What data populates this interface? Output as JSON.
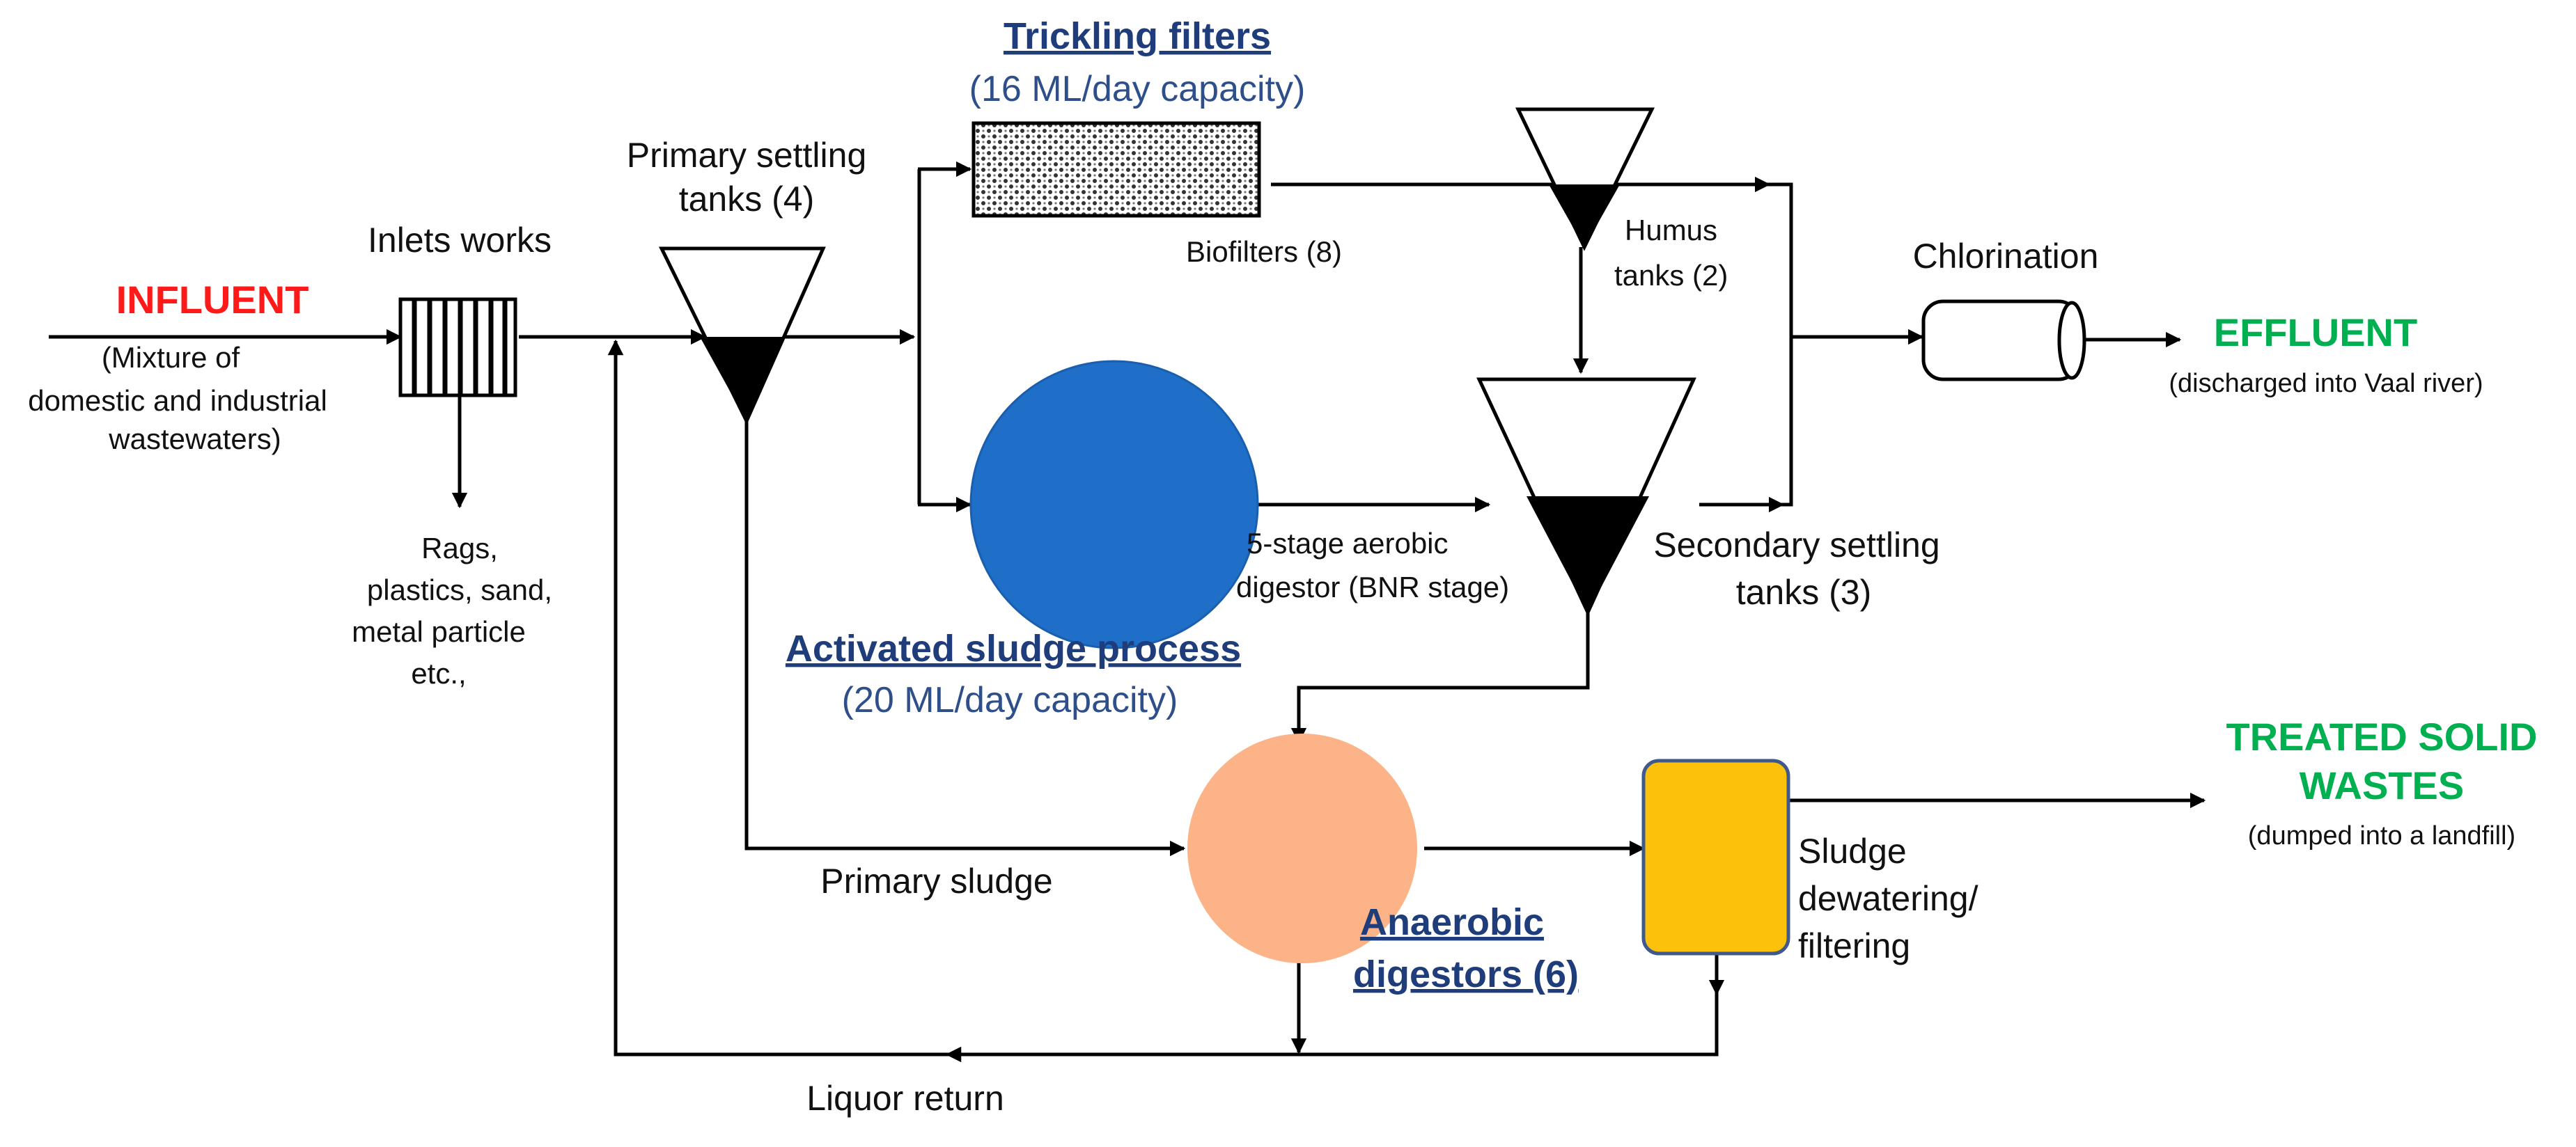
{
  "influent": {
    "title": "INFLUENT",
    "desc_1": "(Mixture of",
    "desc_2": "domestic and industrial",
    "desc_3": "wastewaters)"
  },
  "inlet": {
    "label": "Inlets works"
  },
  "screenings": {
    "line_1": "Rags,",
    "line_2": "plastics, sand,",
    "line_3": "metal particle",
    "line_4": "etc.,"
  },
  "primary_settling": {
    "line_1": "Primary settling",
    "line_2": "tanks (4)"
  },
  "trickling": {
    "title": "Trickling filters",
    "capacity": "(16 ML/day capacity)",
    "biofilters": "Biofilters (8)"
  },
  "humus": {
    "line_1": "Humus",
    "line_2": "tanks (2)"
  },
  "activated": {
    "title": "Activated sludge process",
    "capacity": "(20 ML/day capacity)",
    "digestor_1": "5-stage aerobic",
    "digestor_2": "digestor (BNR stage)"
  },
  "secondary_settling": {
    "line_1": "Secondary settling",
    "line_2": "tanks (3)"
  },
  "chlorination": {
    "label": "Chlorination"
  },
  "effluent": {
    "title": "EFFLUENT",
    "desc": "(discharged into Vaal river)"
  },
  "primary_sludge": {
    "label": "Primary sludge"
  },
  "anaerobic": {
    "line_1": "Anaerobic",
    "line_2": "digestors (6)"
  },
  "dewatering": {
    "line_1": "Sludge",
    "line_2": "dewatering/",
    "line_3": "filtering"
  },
  "solids": {
    "line_1": "TREATED SOLID",
    "line_2": "WASTES",
    "desc": "(dumped into  a landfill)"
  },
  "liquor": {
    "label": "Liquor return"
  },
  "colors": {
    "influent": "#ff1a1a",
    "effluent": "#00b050",
    "title_blue": "#1f3d7a",
    "sub_blue": "#2e4f8a",
    "activated_circle": "#1f6fc8",
    "anaerobic_circle": "#fbb387",
    "dewatering_box": "#fcc10a",
    "dewatering_border": "#3e5a8c"
  }
}
